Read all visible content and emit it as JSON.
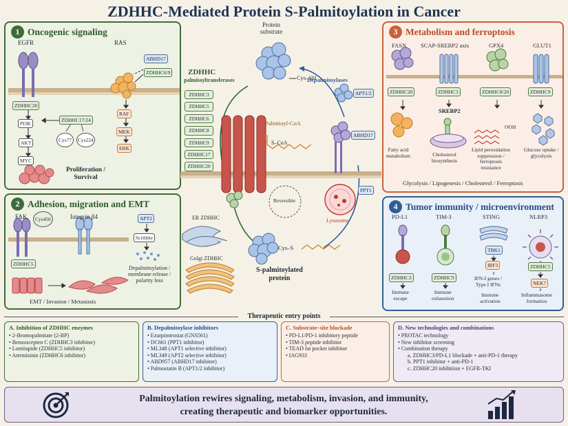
{
  "title": "ZDHHC-Mediated Protein S-Palmitoylation in Cancer",
  "panel1": {
    "num": "1",
    "title": "Oncogenic signaling",
    "egfr": "EGFR",
    "ras": "RAS",
    "zdhhc20": "ZDHHC20",
    "pi3k": "PI3K",
    "akt": "AKT",
    "myc": "MYC",
    "zdhhc17_24": "ZDHHC17/24",
    "cys77": "Cys77",
    "cys224": "Cys224",
    "abhd17": "ABHD17",
    "zdhhc6_9": "ZDHHC6/9",
    "raf": "RAF",
    "mek": "MEK",
    "erk": "ERK",
    "outcome": "Proliferation /\nSurvival"
  },
  "panel2": {
    "num": "2",
    "title": "Adhesion, migration and EMT",
    "fak": "FAK",
    "cys456": "Cys456",
    "integrin": "Integrin β4",
    "apt2": "APT2",
    "scribble": "Scribble",
    "zdhhc5": "ZDHHC5",
    "depalm": "Depalmitoylation /\nmembrane release /\npolarity loss",
    "outcome": "EMT  /  Invasion  /  Metastasis"
  },
  "center": {
    "protein_substrate": "Protein\nsubstrate",
    "cys_sh": "Cys–SH",
    "zdhhc_title": "ZDHHC",
    "zdhhc_sub": "palmitoyltransferases",
    "enzymes": [
      "ZDHHC3",
      "ZDHHC5",
      "ZDHHC6",
      "ZDHHC8",
      "ZDHHC9",
      "ZDHHC17",
      "ZDHHC20"
    ],
    "palmitoyl_coa": "Palmitoyl-CoA",
    "s_coa": "S–CoA",
    "reversible": "Reversible",
    "depalmitoylases": "Depalmitoylases",
    "apt12": "APT1/2",
    "abhd17": "ABHD17",
    "ppt1": "PPT1",
    "lysosome": "Lysosome",
    "er_zdhhc": "ER ZDHHC",
    "golgi_zdhhc": "Golgi ZDHHC",
    "cys_s": "Cys–S",
    "s_palm_protein": "S-palmitoylated\nprotein"
  },
  "panel3": {
    "num": "3",
    "title": "Metabolism and ferroptosis",
    "fasn": "FASN",
    "scap": "SCAP-SREBP2 axis",
    "gpx4": "GPX4",
    "glut1": "GLUT1",
    "zdhhc20": "ZDHHC20",
    "zdhhc3": "ZDHHC3",
    "zdhhc8_20": "ZDHHC8/20",
    "zdhhc9": "ZDHHC9",
    "srebp2": "SREBP2",
    "ooh": "OOH",
    "fatty": "Fatty acid\nmetabolism",
    "chol": "Cholesterol\nbiosynthesis",
    "lipid": "Lipid peroxidation\nsuppression /\nferroptosis\nresistance",
    "glucose": "Glucose uptake /\nglycolysis",
    "summary": "Glycolysis  /  Lipogenesis  /  Cholesterol  /  Ferroptosis"
  },
  "panel4": {
    "num": "4",
    "title": "Tumor immunity / microenvironment",
    "pdl1": "PD-L1",
    "tim3": "TIM-3",
    "sting": "STING",
    "nlrp3": "NLRP3",
    "zdhhc3": "ZDHHC3",
    "zdhhc9": "ZDHHC9",
    "tbk1": "TBK1",
    "irf3": "IRF3",
    "zdhhc5": "ZDHHC5",
    "nek7": "NEK7",
    "escape": "Immune\nescape",
    "exhaustion": "Immune\nexhaustion",
    "ifn": "IFN-I genes /\nType I IFNs",
    "activation": "Immune\nactivation",
    "inflamm": "Inflammasome\nformation"
  },
  "therapeutic": {
    "title": "Therapeutic entry points",
    "a": {
      "title": "A. Inhibition of ZDHHC enzymes",
      "items": [
        "2-Bromopalmitate (2-BP)",
        "Benzoscepten C (ZDHHC3 inhibitor)",
        "Lomitapide (ZDHHC5 inhibitor)",
        "Artemisinin (ZDHHC6 inhibitor)"
      ]
    },
    "b": {
      "title": "B. Depalmitoylase inhibitors",
      "items": [
        "Ezurpimtrostat (GNS561)",
        "DC661 (PPT1 inhibitor)",
        "ML348 (APT1 selective inhibitor)",
        "ML349 (APT2 selective inhibitor)",
        "ABD957 (ABHD17 inhibitor)",
        "Palmostatin B (APT1/2 inhibitor)"
      ]
    },
    "c": {
      "title": "C. Substrate–site blockade",
      "items": [
        "PD-L1/PD-1 inhibitory peptide",
        "TIM-3 peptide inhibitor",
        "TEAD fat pocket inhibitor",
        "IAG933"
      ]
    },
    "d": {
      "title": "D. New technologies and combinations",
      "items": [
        "PROTAC technology",
        "New inhibitor screening",
        "Combination therapy"
      ],
      "sub": [
        "a.  ZDHHC3/PD-L1 blockade + anti-PD-1 therapy",
        "b.  PPT1 inhibitor + anti-PD-1",
        "c.  ZDHHC20 inhibition + EGFR-TKI"
      ]
    }
  },
  "footer": {
    "line1": "Palmitoylation rewires signaling, metabolism, invasion, and immunity,",
    "line2": "creating therapeutic and biomarker opportunities."
  },
  "colors": {
    "green": "#3f6b3a",
    "orange": "#c9603a",
    "blue": "#2e5d99",
    "purple": "#6b5a88"
  },
  "icons": [
    "target-icon",
    "bar-chart-icon"
  ]
}
